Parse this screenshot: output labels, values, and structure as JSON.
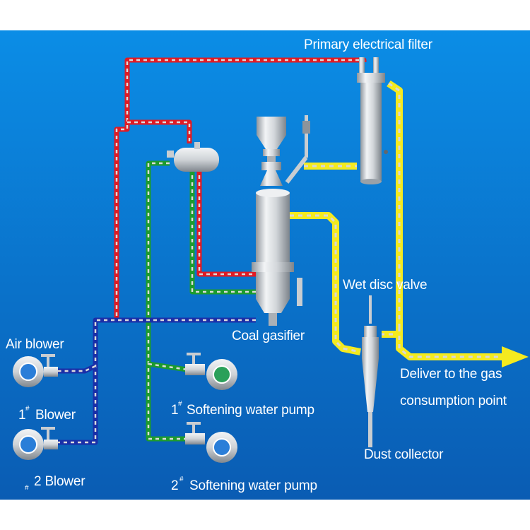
{
  "labels": {
    "primary_filter": "Primary electrical filter",
    "wet_disc_valve": "Wet disc valve",
    "coal_gasifier": "Coal gasifier",
    "air_blower": "Air blower",
    "deliver_line1": "Deliver to the gas",
    "deliver_line2": "consumption point",
    "blower1": "Blower",
    "blower1_num": "1",
    "blower2": "2  Blower",
    "softening_pump1": "Softening water pump",
    "softening_pump1_num": "1",
    "softening_pump2": "Softening water pump",
    "softening_pump2_num": "2",
    "dust_collector": "Dust collector",
    "sharp": "#"
  },
  "colors": {
    "background_top": "#0a86e2",
    "background_bottom": "#0a5fb8",
    "air_pipe": "#e01b24",
    "gas_pipe": "#f4ea1f",
    "water_pipe": "#1d9b2d",
    "blower_pipe": "#1a2fa8",
    "dash": "#d8d8d8",
    "equipment": "#d4d8dc"
  }
}
